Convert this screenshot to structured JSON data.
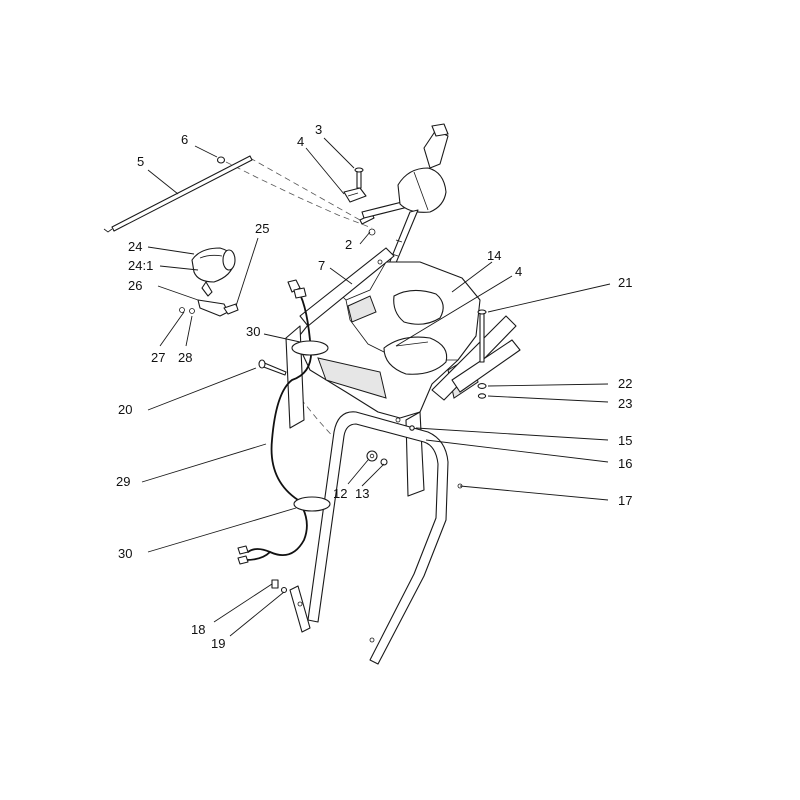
{
  "callouts": {
    "c2": "2",
    "c3": "3",
    "c4a": "4",
    "c4b": "4",
    "c5": "5",
    "c6": "6",
    "c7": "7",
    "c12": "12",
    "c13": "13",
    "c14": "14",
    "c15": "15",
    "c16": "16",
    "c17": "17",
    "c18": "18",
    "c19": "19",
    "c20": "20",
    "c21": "21",
    "c22": "22",
    "c23": "23",
    "c24": "24",
    "c24_1": "24:1",
    "c25": "25",
    "c26": "26",
    "c27": "27",
    "c28": "28",
    "c29": "29",
    "c30a": "30",
    "c30b": "30"
  }
}
